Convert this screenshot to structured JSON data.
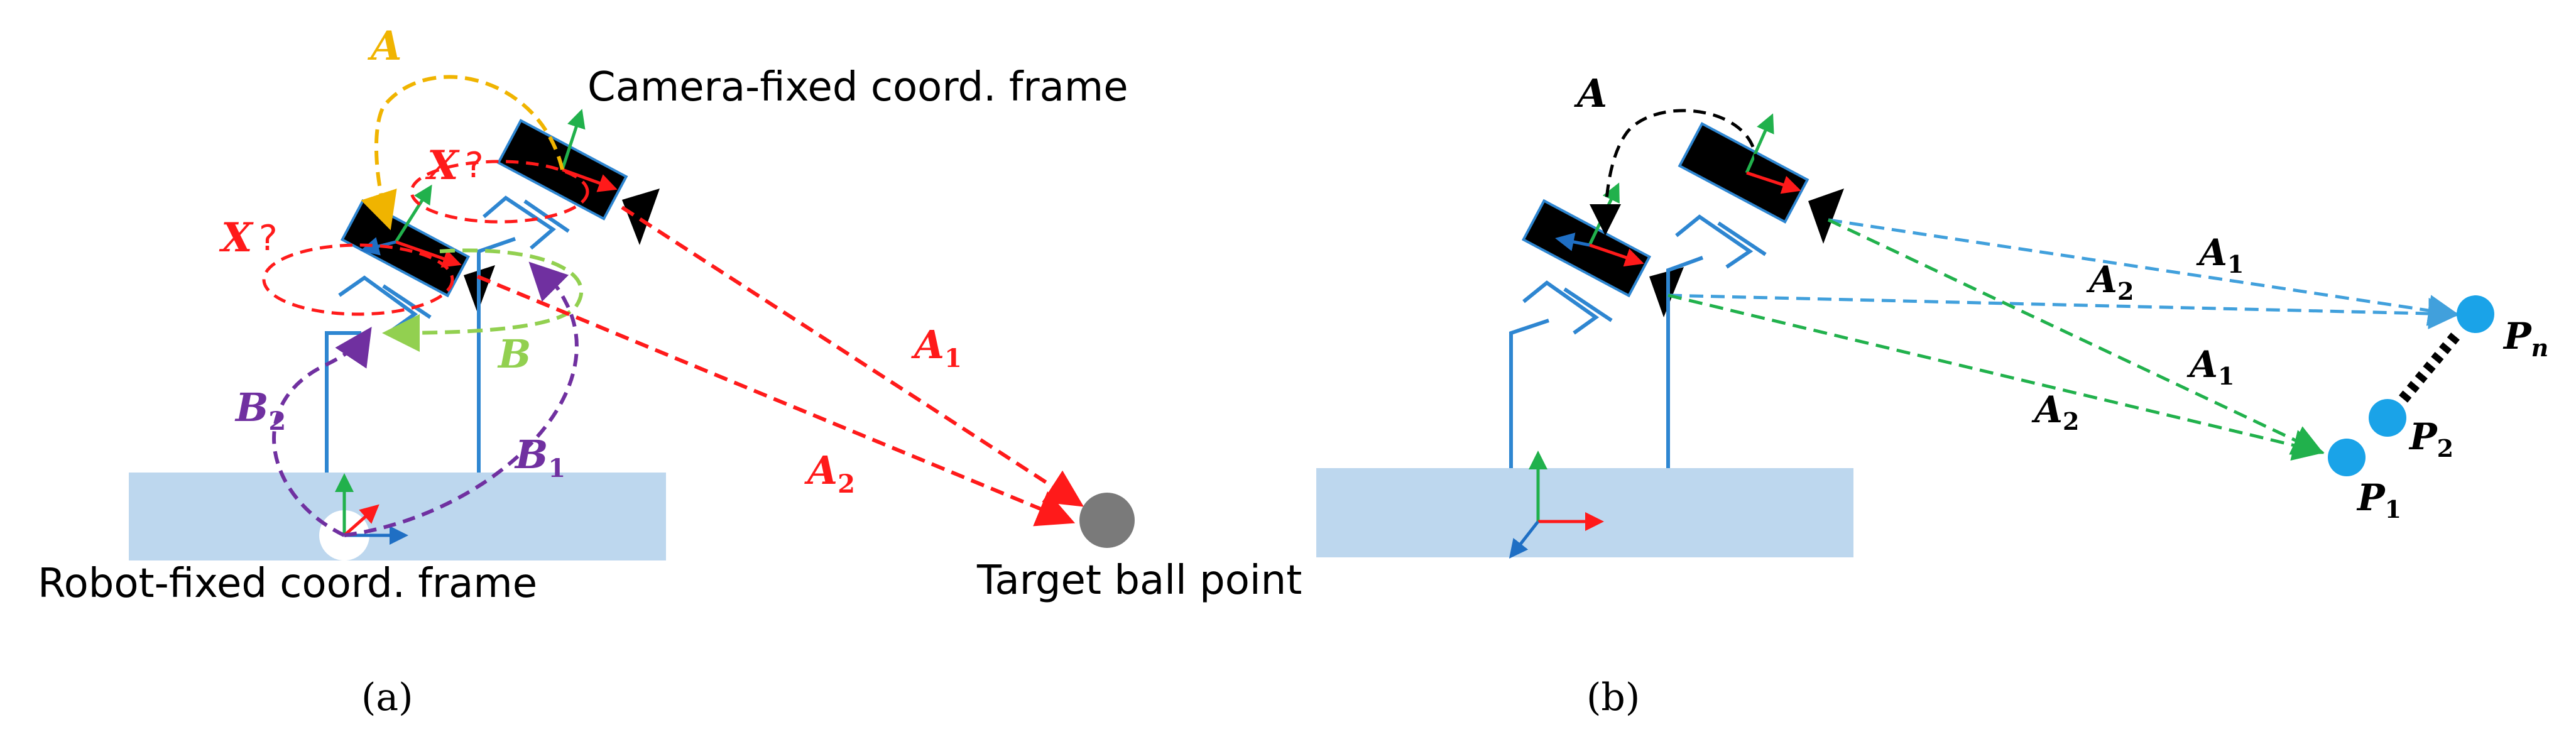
{
  "panel_a": {
    "caption": "(a)",
    "camera_frame_label": "Camera-fixed coord. frame",
    "robot_frame_label": "Robot-fixed coord. frame",
    "target_label": "Target ball point",
    "label_A": "A",
    "label_X_left": "X",
    "label_X_right": "X",
    "question_mark": "?",
    "label_B": "B",
    "label_B2_base": "B",
    "label_B2_sub": "2",
    "label_B1_base": "B",
    "label_B1_sub": "1",
    "label_A1_base": "A",
    "label_A1_sub": "1",
    "label_A2_base": "A",
    "label_A2_sub": "2"
  },
  "panel_b": {
    "caption": "(b)",
    "label_A": "A",
    "label_A1_top_base": "A",
    "label_A1_top_sub": "1",
    "label_A2_top_base": "A",
    "label_A2_top_sub": "2",
    "label_A1_low_base": "A",
    "label_A1_low_sub": "1",
    "label_A2_low_base": "A",
    "label_A2_low_sub": "2",
    "label_P1_base": "P",
    "label_P1_sub": "1",
    "label_P2_base": "P",
    "label_P2_sub": "2",
    "label_Pn_base": "P",
    "label_Pn_sub": "n"
  },
  "colors": {
    "red": "#ff1a1a",
    "yellow": "#f0b400",
    "green": "#92d050",
    "purple": "#7030a0",
    "blue_arrow": "#41a0dc",
    "green_arrow": "#21b14c",
    "black": "#000000",
    "table": "#bdd7ee",
    "arm": "#2e86d1",
    "ball_a": "#7a7a7a",
    "ball_b": "#1aa3e8"
  }
}
